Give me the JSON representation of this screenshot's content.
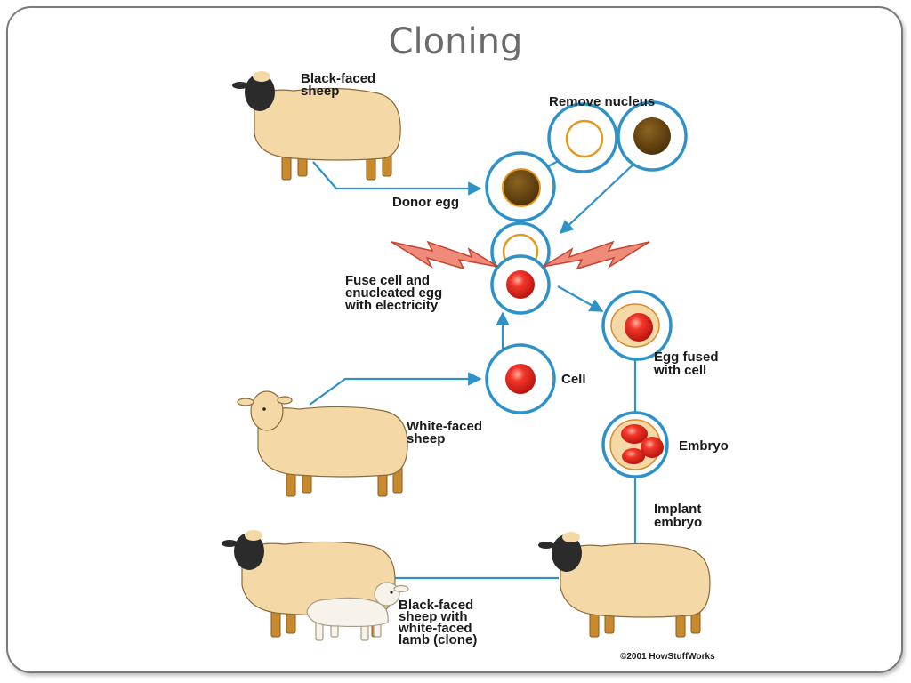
{
  "slide": {
    "title": "Cloning"
  },
  "labels": {
    "black_faced_sheep": [
      "Black-faced",
      "sheep"
    ],
    "remove_nucleus": "Remove nucleus",
    "donor_egg": "Donor egg",
    "fuse": [
      "Fuse cell and",
      "enucleated egg",
      "with electricity"
    ],
    "egg_fused": [
      "Egg fused",
      "with cell"
    ],
    "cell": "Cell",
    "white_faced_sheep": [
      "White-faced",
      "sheep"
    ],
    "embryo": "Embryo",
    "implant": [
      "Implant",
      "embryo"
    ],
    "surrogate_with_lamb": [
      "Black-faced",
      "sheep with",
      "white-faced",
      "lamb (clone)"
    ],
    "copyright": "©2001 HowStuffWorks"
  },
  "colors": {
    "ring": "#2e92c8",
    "nucleus_brown": "#6e4a12",
    "cell_red": "#e8241a",
    "bolt": "#f08a7a"
  }
}
